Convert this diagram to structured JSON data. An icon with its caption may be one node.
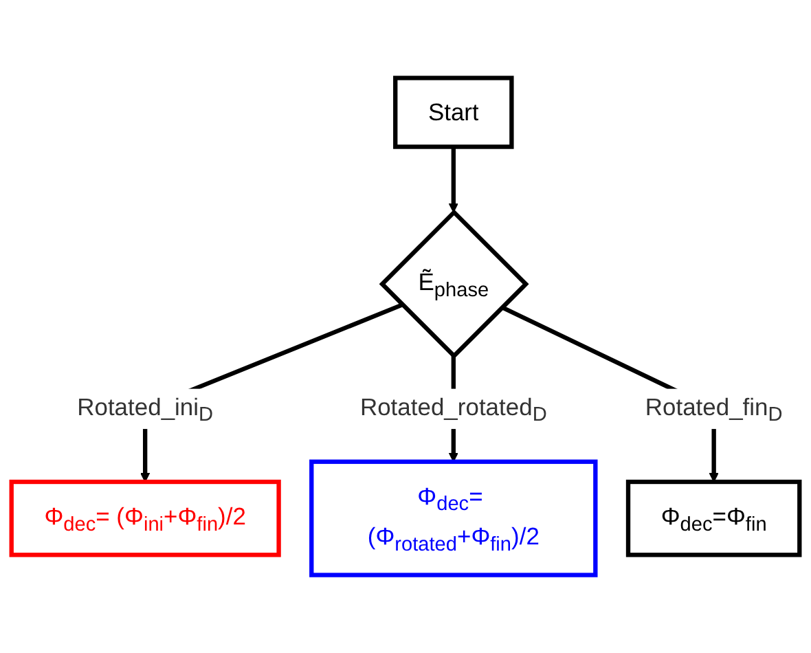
{
  "diagram": {
    "nodes": [
      {
        "text": [
          "Start"
        ]
      },
      {
        "text": [
          "Ẽ$_{phase}$"
        ]
      },
      {
        "text": [
          "Φ$_{dec}$= (Φ$_{ini}$+Φ$_{fin}$)/2"
        ]
      },
      {
        "text": [
          "Φ$_{dec}$= (Φ$_{rotated}$+Φ$_{fin}$)/2"
        ]
      },
      {
        "text": [
          "Φ$_{dec}$=Φ$_{fin}$"
        ]
      }
    ],
    "edges": [
      {
        "from": 0,
        "to": 1,
        "arrow": "to"
      },
      {
        "from": 1,
        "to": 2,
        "arrow": "to",
        "label": "Rotated_ini$_{D}$"
      },
      {
        "from": 1,
        "to": 3,
        "arrow": "to",
        "label": "Rotated_rotated$_{D}$"
      },
      {
        "from": 1,
        "to": 4,
        "arrow": "to",
        "label": "Rotated_fin$_{D}$"
      }
    ]
  }
}
